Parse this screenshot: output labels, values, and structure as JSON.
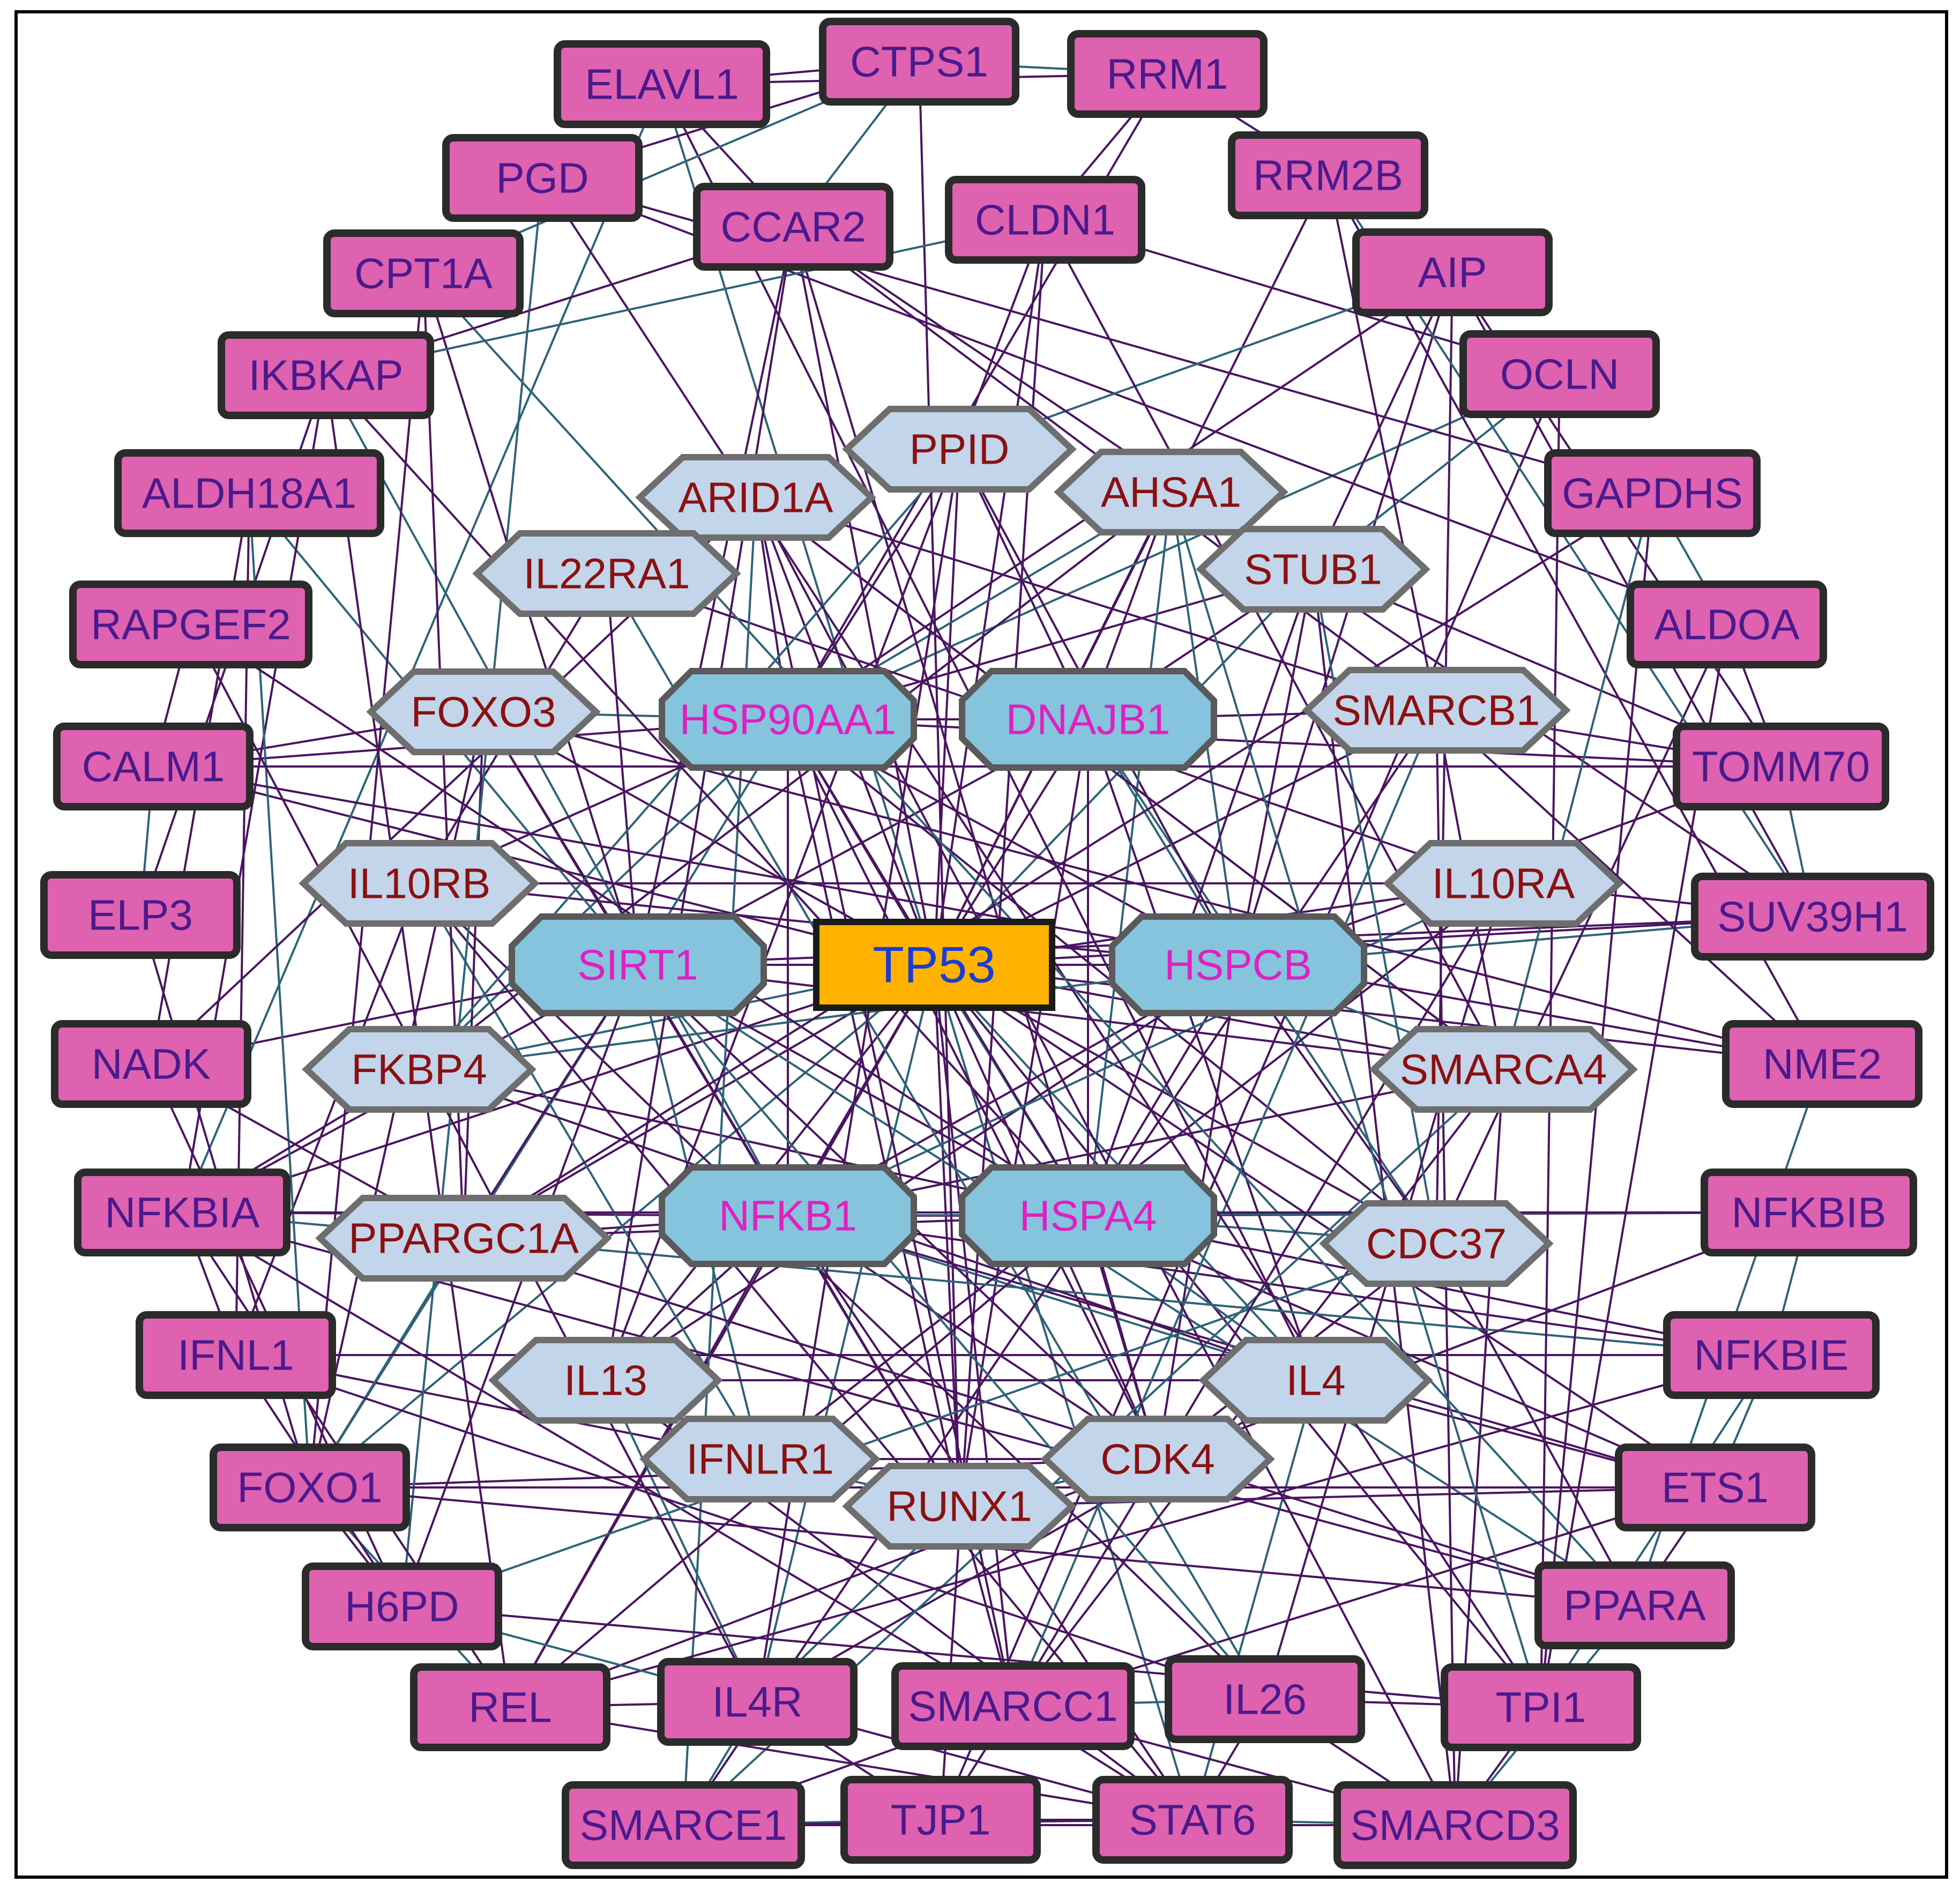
{
  "colors": {
    "outer_fill": "#DE62B0",
    "outer_text": "#4B1A8C",
    "inner_fill": "#C2D5EA",
    "inner_text": "#8B1010",
    "hub_fill": "#86C3DD",
    "hub_text": "#E020C0",
    "center_fill": "#FFB300",
    "center_text": "#1A3CD6",
    "edge_primary": "#4A1560",
    "edge_secondary": "#2E6378"
  },
  "center": {
    "label": "TP53",
    "shape": "rectangle"
  },
  "hubs": [
    {
      "label": "HSP90AA1",
      "shape": "octagon"
    },
    {
      "label": "DNAJB1",
      "shape": "octagon"
    },
    {
      "label": "SIRT1",
      "shape": "octagon"
    },
    {
      "label": "HSPCB",
      "shape": "octagon"
    },
    {
      "label": "NFKB1",
      "shape": "octagon"
    },
    {
      "label": "HSPA4",
      "shape": "octagon"
    }
  ],
  "inner_nodes": [
    {
      "label": "PPID",
      "shape": "hexagon"
    },
    {
      "label": "ARID1A",
      "shape": "hexagon"
    },
    {
      "label": "AHSA1",
      "shape": "hexagon"
    },
    {
      "label": "IL22RA1",
      "shape": "hexagon"
    },
    {
      "label": "STUB1",
      "shape": "hexagon"
    },
    {
      "label": "FOXO3",
      "shape": "hexagon"
    },
    {
      "label": "SMARCB1",
      "shape": "hexagon"
    },
    {
      "label": "IL10RB",
      "shape": "hexagon"
    },
    {
      "label": "IL10RA",
      "shape": "hexagon"
    },
    {
      "label": "FKBP4",
      "shape": "hexagon"
    },
    {
      "label": "SMARCA4",
      "shape": "hexagon"
    },
    {
      "label": "PPARGC1A",
      "shape": "hexagon"
    },
    {
      "label": "CDC37",
      "shape": "hexagon"
    },
    {
      "label": "IL13",
      "shape": "hexagon"
    },
    {
      "label": "IL4",
      "shape": "hexagon"
    },
    {
      "label": "IFNLR1",
      "shape": "hexagon"
    },
    {
      "label": "CDK4",
      "shape": "hexagon"
    },
    {
      "label": "RUNX1",
      "shape": "hexagon"
    }
  ],
  "outer_nodes": [
    {
      "label": "CTPS1",
      "shape": "rectangle"
    },
    {
      "label": "ELAVL1",
      "shape": "rectangle"
    },
    {
      "label": "RRM1",
      "shape": "rectangle"
    },
    {
      "label": "PGD",
      "shape": "rectangle"
    },
    {
      "label": "RRM2B",
      "shape": "rectangle"
    },
    {
      "label": "CCAR2",
      "shape": "rectangle"
    },
    {
      "label": "CLDN1",
      "shape": "rectangle"
    },
    {
      "label": "CPT1A",
      "shape": "rectangle"
    },
    {
      "label": "AIP",
      "shape": "rectangle"
    },
    {
      "label": "IKBKAP",
      "shape": "rectangle"
    },
    {
      "label": "OCLN",
      "shape": "rectangle"
    },
    {
      "label": "ALDH18A1",
      "shape": "rectangle"
    },
    {
      "label": "GAPDHS",
      "shape": "rectangle"
    },
    {
      "label": "RAPGEF2",
      "shape": "rectangle"
    },
    {
      "label": "ALDOA",
      "shape": "rectangle"
    },
    {
      "label": "CALM1",
      "shape": "rectangle"
    },
    {
      "label": "TOMM70",
      "shape": "rectangle"
    },
    {
      "label": "ELP3",
      "shape": "rectangle"
    },
    {
      "label": "SUV39H1",
      "shape": "rectangle"
    },
    {
      "label": "NADK",
      "shape": "rectangle"
    },
    {
      "label": "NME2",
      "shape": "rectangle"
    },
    {
      "label": "NFKBIA",
      "shape": "rectangle"
    },
    {
      "label": "NFKBIB",
      "shape": "rectangle"
    },
    {
      "label": "IFNL1",
      "shape": "rectangle"
    },
    {
      "label": "NFKBIE",
      "shape": "rectangle"
    },
    {
      "label": "FOXO1",
      "shape": "rectangle"
    },
    {
      "label": "ETS1",
      "shape": "rectangle"
    },
    {
      "label": "H6PD",
      "shape": "rectangle"
    },
    {
      "label": "PPARA",
      "shape": "rectangle"
    },
    {
      "label": "REL",
      "shape": "rectangle"
    },
    {
      "label": "IL4R",
      "shape": "rectangle"
    },
    {
      "label": "SMARCC1",
      "shape": "rectangle"
    },
    {
      "label": "IL26",
      "shape": "rectangle"
    },
    {
      "label": "TPI1",
      "shape": "rectangle"
    },
    {
      "label": "SMARCE1",
      "shape": "rectangle"
    },
    {
      "label": "TJP1",
      "shape": "rectangle"
    },
    {
      "label": "STAT6",
      "shape": "rectangle"
    },
    {
      "label": "SMARCD3",
      "shape": "rectangle"
    }
  ],
  "edges": [
    [
      "TP53",
      "SIRT1"
    ],
    [
      "TP53",
      "HSPCB"
    ],
    [
      "TP53",
      "HSP90AA1"
    ],
    [
      "TP53",
      "DNAJB1"
    ],
    [
      "TP53",
      "NFKB1"
    ],
    [
      "TP53",
      "HSPA4"
    ],
    [
      "TP53",
      "PPID"
    ],
    [
      "TP53",
      "ARID1A"
    ],
    [
      "TP53",
      "AHSA1"
    ],
    [
      "TP53",
      "STUB1"
    ],
    [
      "TP53",
      "SMARCB1"
    ],
    [
      "TP53",
      "SMARCA4"
    ],
    [
      "TP53",
      "CDC37"
    ],
    [
      "TP53",
      "IL4"
    ],
    [
      "TP53",
      "CDK4"
    ],
    [
      "TP53",
      "RUNX1"
    ],
    [
      "TP53",
      "FOXO3"
    ],
    [
      "TP53",
      "FKBP4"
    ],
    [
      "TP53",
      "PPARGC1A"
    ],
    [
      "TP53",
      "CCAR2"
    ],
    [
      "TP53",
      "CLDN1"
    ],
    [
      "TP53",
      "ELAVL1"
    ],
    [
      "TP53",
      "RRM2B"
    ],
    [
      "TP53",
      "SUV39H1"
    ],
    [
      "TP53",
      "NFKBIA"
    ],
    [
      "TP53",
      "FOXO1"
    ],
    [
      "TP53",
      "ETS1"
    ],
    [
      "TP53",
      "REL"
    ],
    [
      "TP53",
      "SMARCC1"
    ],
    [
      "TP53",
      "STAT6"
    ],
    [
      "TP53",
      "CALM1"
    ],
    [
      "TP53",
      "NME2"
    ],
    [
      "TP53",
      "TPI1"
    ],
    [
      "TP53",
      "IL4R"
    ],
    [
      "TP53",
      "IL10RA"
    ],
    [
      "TP53",
      "IL13"
    ],
    [
      "HSP90AA1",
      "DNAJB1"
    ],
    [
      "HSP90AA1",
      "AHSA1"
    ],
    [
      "HSP90AA1",
      "PPID"
    ],
    [
      "HSP90AA1",
      "STUB1"
    ],
    [
      "HSP90AA1",
      "CDC37"
    ],
    [
      "HSP90AA1",
      "FKBP4"
    ],
    [
      "HSP90AA1",
      "CDK4"
    ],
    [
      "HSP90AA1",
      "HSPCB"
    ],
    [
      "HSP90AA1",
      "HSPA4"
    ],
    [
      "HSP90AA1",
      "SIRT1"
    ],
    [
      "HSP90AA1",
      "AIP"
    ],
    [
      "HSP90AA1",
      "TOMM70"
    ],
    [
      "HSP90AA1",
      "RRM1"
    ],
    [
      "HSP90AA1",
      "OCLN"
    ],
    [
      "HSP90AA1",
      "NFKB1"
    ],
    [
      "HSP90AA1",
      "CALM1"
    ],
    [
      "HSP90AA1",
      "ARID1A"
    ],
    [
      "HSP90AA1",
      "FOXO3"
    ],
    [
      "HSP90AA1",
      "RUNX1"
    ],
    [
      "DNAJB1",
      "HSPA4"
    ],
    [
      "DNAJB1",
      "STUB1"
    ],
    [
      "DNAJB1",
      "HSPCB"
    ],
    [
      "DNAJB1",
      "SIRT1"
    ],
    [
      "DNAJB1",
      "AHSA1"
    ],
    [
      "DNAJB1",
      "SMARCB1"
    ],
    [
      "DNAJB1",
      "CDC37"
    ],
    [
      "DNAJB1",
      "PPID"
    ],
    [
      "DNAJB1",
      "IL4"
    ],
    [
      "DNAJB1",
      "RUNX1"
    ],
    [
      "HSPCB",
      "AHSA1"
    ],
    [
      "HSPCB",
      "CDC37"
    ],
    [
      "HSPCB",
      "STUB1"
    ],
    [
      "HSPCB",
      "PPID"
    ],
    [
      "HSPCB",
      "FKBP4"
    ],
    [
      "HSPCB",
      "CDK4"
    ],
    [
      "HSPCB",
      "HSPA4"
    ],
    [
      "HSPCB",
      "NFKB1"
    ],
    [
      "HSPCB",
      "SUV39H1"
    ],
    [
      "HSPCB",
      "AIP"
    ],
    [
      "HSPCB",
      "TOMM70"
    ],
    [
      "HSPCB",
      "IL10RB"
    ],
    [
      "HSPCB",
      "SMARCA4"
    ],
    [
      "HSPCB",
      "IL13"
    ],
    [
      "HSPCB",
      "SIRT1"
    ],
    [
      "HSPA4",
      "STUB1"
    ],
    [
      "HSPA4",
      "CDC37"
    ],
    [
      "HSPA4",
      "NFKB1"
    ],
    [
      "HSPA4",
      "SIRT1"
    ],
    [
      "HSPA4",
      "FKBP4"
    ],
    [
      "HSPA4",
      "IL4"
    ],
    [
      "HSPA4",
      "NFKBIB"
    ],
    [
      "HSPA4",
      "NFKBIE"
    ],
    [
      "HSPA4",
      "ETS1"
    ],
    [
      "HSPA4",
      "AHSA1"
    ],
    [
      "HSPA4",
      "PPARGC1A"
    ],
    [
      "HSPA4",
      "CDK4"
    ],
    [
      "NFKB1",
      "NFKBIA"
    ],
    [
      "NFKB1",
      "NFKBIB"
    ],
    [
      "NFKB1",
      "NFKBIE"
    ],
    [
      "NFKB1",
      "REL"
    ],
    [
      "NFKB1",
      "SIRT1"
    ],
    [
      "NFKB1",
      "IL4"
    ],
    [
      "NFKB1",
      "IL13"
    ],
    [
      "NFKB1",
      "RUNX1"
    ],
    [
      "NFKB1",
      "STAT6"
    ],
    [
      "NFKB1",
      "IKBKAP"
    ],
    [
      "NFKB1",
      "ETS1"
    ],
    [
      "NFKB1",
      "PPARGC1A"
    ],
    [
      "NFKB1",
      "FOXO3"
    ],
    [
      "NFKB1",
      "IL10RA"
    ],
    [
      "NFKB1",
      "SMARCA4"
    ],
    [
      "NFKB1",
      "CDK4"
    ],
    [
      "SIRT1",
      "FOXO3"
    ],
    [
      "SIRT1",
      "FOXO1"
    ],
    [
      "SIRT1",
      "PPARGC1A"
    ],
    [
      "SIRT1",
      "CCAR2"
    ],
    [
      "SIRT1",
      "SUV39H1"
    ],
    [
      "SIRT1",
      "PPARA"
    ],
    [
      "SIRT1",
      "NFKBIA"
    ],
    [
      "SIRT1",
      "SMARCA4"
    ],
    [
      "SIRT1",
      "H6PD"
    ],
    [
      "SIRT1",
      "ALDH18A1"
    ],
    [
      "SIRT1",
      "NADK"
    ],
    [
      "SIRT1",
      "RUNX1"
    ],
    [
      "SIRT1",
      "IL22RA1"
    ],
    [
      "SIRT1",
      "IFNLR1"
    ],
    [
      "SIRT1",
      "CDK4"
    ],
    [
      "IL10RB",
      "IL10RA"
    ],
    [
      "IL10RB",
      "IL22RA1"
    ],
    [
      "IL10RB",
      "IFNLR1"
    ],
    [
      "IL10RB",
      "IL26"
    ],
    [
      "IL10RB",
      "IFNL1"
    ],
    [
      "IL10RB",
      "STAT6"
    ],
    [
      "IL22RA1",
      "IL26"
    ],
    [
      "IL22RA1",
      "IL10RA"
    ],
    [
      "IFNLR1",
      "IFNL1"
    ],
    [
      "IFNLR1",
      "IL10RA"
    ],
    [
      "IL13",
      "IL4R"
    ],
    [
      "IL13",
      "STAT6"
    ],
    [
      "IL13",
      "IL4"
    ],
    [
      "IL4",
      "IL4R"
    ],
    [
      "IL4",
      "STAT6"
    ],
    [
      "IL4",
      "IL13"
    ],
    [
      "SMARCB1",
      "SMARCA4"
    ],
    [
      "SMARCB1",
      "ARID1A"
    ],
    [
      "SMARCB1",
      "SMARCC1"
    ],
    [
      "SMARCB1",
      "SMARCE1"
    ],
    [
      "SMARCB1",
      "SMARCD3"
    ],
    [
      "SMARCA4",
      "SMARCC1"
    ],
    [
      "SMARCA4",
      "SMARCE1"
    ],
    [
      "SMARCA4",
      "SMARCD3"
    ],
    [
      "SMARCA4",
      "ARID1A"
    ],
    [
      "ARID1A",
      "SMARCC1"
    ],
    [
      "ARID1A",
      "SMARCE1"
    ],
    [
      "ARID1A",
      "SMARCD3"
    ],
    [
      "ARID1A",
      "SMARCA4"
    ],
    [
      "CDK4",
      "CDC37"
    ],
    [
      "CDK4",
      "RUNX1"
    ],
    [
      "CDK4",
      "FOXO1"
    ],
    [
      "CDK4",
      "CCAR2"
    ],
    [
      "CDC37",
      "AIP"
    ],
    [
      "CDC37",
      "STUB1"
    ],
    [
      "FOXO3",
      "FOXO1"
    ],
    [
      "FOXO3",
      "PPARGC1A"
    ],
    [
      "FOXO3",
      "CALM1"
    ],
    [
      "FKBP4",
      "PPID"
    ],
    [
      "FKBP4",
      "AHSA1"
    ],
    [
      "STUB1",
      "AHSA1"
    ],
    [
      "PPARGC1A",
      "PPARA"
    ],
    [
      "PPARGC1A",
      "FOXO1"
    ],
    [
      "PPARGC1A",
      "GAPDHS"
    ],
    [
      "RUNX1",
      "ETS1"
    ],
    [
      "RUNX1",
      "CTPS1"
    ],
    [
      "RUNX1",
      "IL4R"
    ],
    [
      "RUNX1",
      "SMARCC1"
    ],
    [
      "ELAVL1",
      "CCAR2"
    ],
    [
      "ELAVL1",
      "RRM1"
    ],
    [
      "ELAVL1",
      "NFKBIA"
    ],
    [
      "ELAVL1",
      "IL4"
    ],
    [
      "ELAVL1",
      "CTPS1"
    ],
    [
      "PGD",
      "CTPS1"
    ],
    [
      "PGD",
      "H6PD"
    ],
    [
      "PGD",
      "TPI1"
    ],
    [
      "PGD",
      "GAPDHS"
    ],
    [
      "PGD",
      "ALDOA"
    ],
    [
      "CPT1A",
      "PPARA"
    ],
    [
      "CPT1A",
      "FOXO1"
    ],
    [
      "CPT1A",
      "PPARGC1A"
    ],
    [
      "CPT1A",
      "SIRT1"
    ],
    [
      "CPT1A",
      "CTPS1"
    ],
    [
      "IKBKAP",
      "ELP3"
    ],
    [
      "IKBKAP",
      "NFKBIA"
    ],
    [
      "IKBKAP",
      "REL"
    ],
    [
      "IKBKAP",
      "CLDN1"
    ],
    [
      "IKBKAP",
      "HSPA4"
    ],
    [
      "ALDH18A1",
      "NADK"
    ],
    [
      "ALDH18A1",
      "IFNL1"
    ],
    [
      "ALDH18A1",
      "FOXO1"
    ],
    [
      "RAPGEF2",
      "CALM1"
    ],
    [
      "RAPGEF2",
      "HSPA4"
    ],
    [
      "RAPGEF2",
      "IL4R"
    ],
    [
      "CALM1",
      "ELP3"
    ],
    [
      "CALM1",
      "TOMM70"
    ],
    [
      "CALM1",
      "NME2"
    ],
    [
      "NFKBIA",
      "NFKBIB"
    ],
    [
      "NFKBIA",
      "NFKBIE"
    ],
    [
      "NFKBIA",
      "REL"
    ],
    [
      "NFKBIA",
      "IFNL1"
    ],
    [
      "NFKBIA",
      "SMARCC1"
    ],
    [
      "NFKBIB",
      "NFKBIE"
    ],
    [
      "NFKBIB",
      "REL"
    ],
    [
      "NFKBIE",
      "REL"
    ],
    [
      "NFKBIE",
      "IFNL1"
    ],
    [
      "NFKBIE",
      "TPI1"
    ],
    [
      "FOXO1",
      "ETS1"
    ],
    [
      "FOXO1",
      "PPARA"
    ],
    [
      "FOXO1",
      "H6PD"
    ],
    [
      "FOXO1",
      "REL"
    ],
    [
      "IFNL1",
      "IL26"
    ],
    [
      "IFNL1",
      "H6PD"
    ],
    [
      "H6PD",
      "TPI1"
    ],
    [
      "H6PD",
      "IL4R"
    ],
    [
      "ETS1",
      "IL4"
    ],
    [
      "ETS1",
      "PPARA"
    ],
    [
      "ETS1",
      "SMARCC1"
    ],
    [
      "ETS1",
      "NFKBIE"
    ],
    [
      "REL",
      "IL4R"
    ],
    [
      "REL",
      "STAT6"
    ],
    [
      "IL4R",
      "STAT6"
    ],
    [
      "IL4R",
      "SMARCE1"
    ],
    [
      "IL4R",
      "TJP1"
    ],
    [
      "TJP1",
      "OCLN"
    ],
    [
      "TJP1",
      "CLDN1"
    ],
    [
      "TJP1",
      "SMARCE1"
    ],
    [
      "TJP1",
      "STAT6"
    ],
    [
      "TJP1",
      "SMARCC1"
    ],
    [
      "OCLN",
      "CLDN1"
    ],
    [
      "OCLN",
      "STUB1"
    ],
    [
      "OCLN",
      "TPI1"
    ],
    [
      "SMARCC1",
      "SMARCE1"
    ],
    [
      "SMARCC1",
      "SMARCD3"
    ],
    [
      "SMARCC1",
      "IL26"
    ],
    [
      "SMARCC1",
      "STAT6"
    ],
    [
      "SMARCE1",
      "SMARCD3"
    ],
    [
      "SMARCE1",
      "STAT6"
    ],
    [
      "STAT6",
      "SMARCD3"
    ],
    [
      "STAT6",
      "IL26"
    ],
    [
      "SMARCD3",
      "TPI1"
    ],
    [
      "SMARCD3",
      "IL26"
    ],
    [
      "SMARCD3",
      "PPARA"
    ],
    [
      "TPI1",
      "IL26"
    ],
    [
      "TPI1",
      "GAPDHS"
    ],
    [
      "TPI1",
      "ALDOA"
    ],
    [
      "GAPDHS",
      "ALDOA"
    ],
    [
      "ALDOA",
      "TOMM70"
    ],
    [
      "ALDOA",
      "CDC37"
    ],
    [
      "RRM1",
      "RRM2B"
    ],
    [
      "RRM1",
      "CTPS1"
    ],
    [
      "RRM1",
      "CLDN1"
    ],
    [
      "RRM2B",
      "NME2"
    ],
    [
      "RRM2B",
      "SMARCB1"
    ],
    [
      "RRM2B",
      "SUV39H1"
    ],
    [
      "AIP",
      "TOMM70"
    ],
    [
      "AIP",
      "STUB1"
    ],
    [
      "AIP",
      "SUV39H1"
    ],
    [
      "AIP",
      "PPID"
    ],
    [
      "CCAR2",
      "SUV39H1"
    ],
    [
      "CCAR2",
      "SMARCB1"
    ],
    [
      "CCAR2",
      "IL13"
    ],
    [
      "CCAR2",
      "CTPS1"
    ],
    [
      "CCAR2",
      "IKBKAP"
    ],
    [
      "CLDN1",
      "IL13"
    ],
    [
      "CLDN1",
      "SMARCA4"
    ],
    [
      "TOMM70",
      "SUV39H1"
    ],
    [
      "TOMM70",
      "STUB1"
    ],
    [
      "SUV39H1",
      "IL10RA"
    ],
    [
      "NME2",
      "SMARCB1"
    ],
    [
      "NME2",
      "PPARA"
    ],
    [
      "ELP3",
      "FOXO1"
    ],
    [
      "NADK",
      "H6PD"
    ],
    [
      "NADK",
      "PPARGC1A"
    ],
    [
      "GAPDHS",
      "SMARCA4"
    ],
    [
      "PPARA",
      "NFKBIA"
    ],
    [
      "PPARA",
      "CDC37"
    ],
    [
      "IL26",
      "IL10RA"
    ],
    [
      "IL26",
      "SIRT1"
    ],
    [
      "FKBP4",
      "NFKBIA"
    ],
    [
      "FKBP4",
      "IL4"
    ],
    [
      "IL13",
      "IFNLR1"
    ],
    [
      "IFNLR1",
      "RUNX1"
    ],
    [
      "IFNLR1",
      "CDK4"
    ],
    [
      "SMARCB1",
      "TOMM70"
    ],
    [
      "STUB1",
      "SMARCD3"
    ],
    [
      "AHSA1",
      "TPI1"
    ],
    [
      "PPID",
      "IL4R"
    ],
    [
      "ARID1A",
      "NADK"
    ],
    [
      "FOXO3",
      "NME2"
    ],
    [
      "CDC37",
      "H6PD"
    ],
    [
      "HSPA4",
      "REL"
    ],
    [
      "HSP90AA1",
      "IL10RB"
    ],
    [
      "IL10RA",
      "SMARCC1"
    ]
  ]
}
